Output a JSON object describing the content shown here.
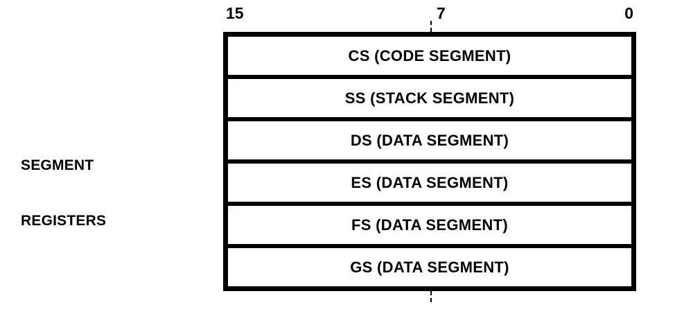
{
  "figure": {
    "group_label": {
      "line1": "SEGMENT",
      "line2": "REGISTERS"
    },
    "bit_scale": {
      "msb": "15",
      "mid": "7",
      "lsb": "0"
    },
    "registers": [
      {
        "name": "CS (CODE SEGMENT)"
      },
      {
        "name": "SS (STACK SEGMENT)"
      },
      {
        "name": "DS (DATA SEGMENT)"
      },
      {
        "name": "ES (DATA SEGMENT)"
      },
      {
        "name": "FS (DATA SEGMENT)"
      },
      {
        "name": "GS (DATA SEGMENT)"
      }
    ],
    "colors": {
      "ink": "#000000",
      "paper": "#ffffff"
    }
  }
}
